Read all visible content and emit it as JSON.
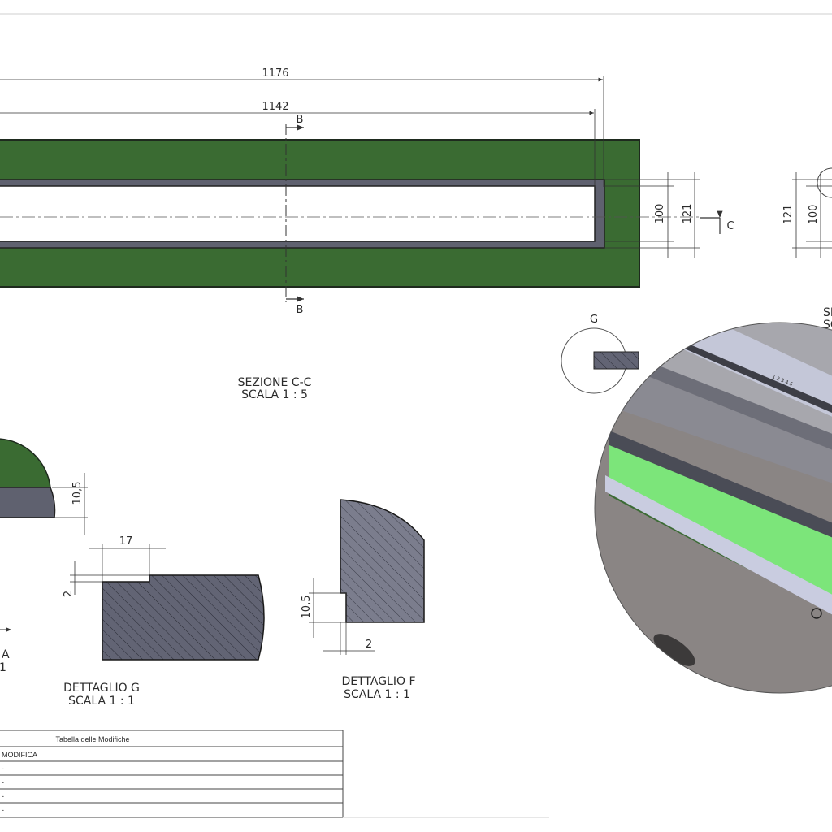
{
  "dimensions": {
    "top_length_outer": "1176",
    "top_length_inner": "1142",
    "height_inner": "100",
    "height_outer": "121",
    "side_height_outer": "121",
    "side_height_inner": "100",
    "detail_a_height": "10,5",
    "detail_g_width": "17",
    "detail_g_step": "2",
    "detail_f_height": "10,5",
    "detail_f_step": "2"
  },
  "markers": {
    "section_b_top": "B",
    "section_b_bottom": "B",
    "section_c": "C",
    "detail_g_callout": "G"
  },
  "views": {
    "section_cc_title": "SEZIONE C-C",
    "section_cc_scale": "SCALA 1 : 5",
    "detail_g_title": "DETTAGLIO G",
    "detail_g_scale": "SCALA 1 : 1",
    "detail_f_title": "DETTAGLIO F",
    "detail_f_scale": "SCALA 1 : 1",
    "detail_a_title_fragment": "A",
    "detail_a_scale_fragment": "1",
    "right_view_title_fragment": "SE",
    "right_view_scale_fragment": "SC"
  },
  "revision_table": {
    "title": "Tabella delle Modifiche",
    "header": "MODIFICA",
    "rows": [
      "-",
      "-",
      "-",
      "-"
    ]
  },
  "colors": {
    "frame_green": "#3a6b32",
    "slot_gray": "#5f616f",
    "hatch_gray": "#7b7d8d",
    "bright_green": "#7ce57a",
    "render_gray": "#8a8584"
  }
}
